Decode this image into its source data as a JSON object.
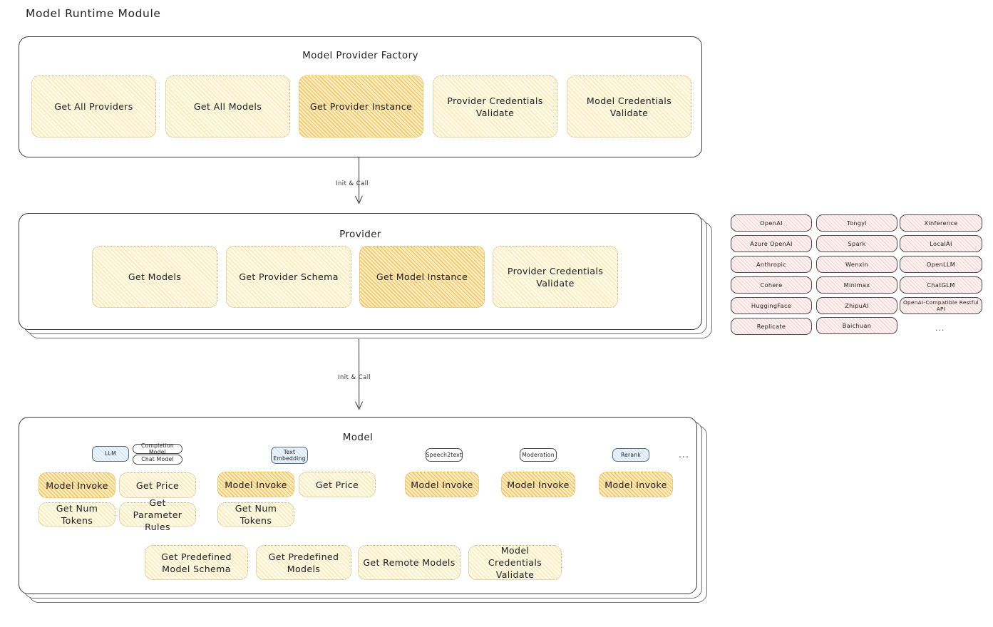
{
  "page": {
    "title": "Model Runtime Module"
  },
  "factory": {
    "title": "Model Provider Factory",
    "nodes": [
      {
        "label": "Get All Providers",
        "emphasis": "light"
      },
      {
        "label": "Get All Models",
        "emphasis": "light"
      },
      {
        "label": "Get Provider Instance",
        "emphasis": "strong"
      },
      {
        "label": "Provider Credentials Validate",
        "emphasis": "light"
      },
      {
        "label": "Model Credentials Validate",
        "emphasis": "light"
      }
    ]
  },
  "connectors": [
    {
      "label": "Init & Call"
    },
    {
      "label": "Init & Call"
    }
  ],
  "provider": {
    "title": "Provider",
    "nodes": [
      {
        "label": "Get Models",
        "emphasis": "light"
      },
      {
        "label": "Get Provider Schema",
        "emphasis": "light"
      },
      {
        "label": "Get Model Instance",
        "emphasis": "strong"
      },
      {
        "label": "Provider Credentials Validate",
        "emphasis": "light"
      }
    ]
  },
  "provider_list": {
    "columns": [
      [
        "OpenAI",
        "Azure OpenAI",
        "Anthropic",
        "Cohere",
        "HuggingFace",
        "Replicate"
      ],
      [
        "Tongyi",
        "Spark",
        "Wenxin",
        "Minimax",
        "ZhipuAI",
        "Baichuan"
      ],
      [
        "Xinference",
        "LocalAI",
        "OpenLLM",
        "ChatGLM",
        "OpenAI-Compatible Restful API"
      ]
    ],
    "more": "..."
  },
  "model": {
    "title": "Model",
    "more": "...",
    "types": [
      {
        "name": "LLM",
        "accent": "blue",
        "subtypes": [
          "Completion Model",
          "Chat Model"
        ],
        "methods": [
          {
            "label": "Model Invoke",
            "emphasis": "strong"
          },
          {
            "label": "Get Price",
            "emphasis": "light"
          },
          {
            "label": "Get Num Tokens",
            "emphasis": "light"
          },
          {
            "label": "Get Parameter Rules",
            "emphasis": "light"
          }
        ]
      },
      {
        "name": "Text Embedding",
        "accent": "blue",
        "subtypes": [],
        "methods": [
          {
            "label": "Model Invoke",
            "emphasis": "strong"
          },
          {
            "label": "Get Price",
            "emphasis": "light"
          },
          {
            "label": "Get Num Tokens",
            "emphasis": "light"
          }
        ]
      },
      {
        "name": "Speech2text",
        "accent": "white",
        "subtypes": [],
        "methods": [
          {
            "label": "Model Invoke",
            "emphasis": "strong"
          }
        ]
      },
      {
        "name": "Moderation",
        "accent": "white",
        "subtypes": [],
        "methods": [
          {
            "label": "Model Invoke",
            "emphasis": "strong"
          }
        ]
      },
      {
        "name": "Rerank",
        "accent": "blue",
        "subtypes": [],
        "methods": [
          {
            "label": "Model Invoke",
            "emphasis": "strong"
          }
        ]
      }
    ],
    "shared_methods": [
      {
        "label": "Get Predefined Model Schema",
        "emphasis": "light"
      },
      {
        "label": "Get Predefined Models",
        "emphasis": "light"
      },
      {
        "label": "Get Remote Models",
        "emphasis": "light"
      },
      {
        "label": "Model Credentials Validate",
        "emphasis": "light"
      }
    ]
  },
  "colors": {
    "highlight_fill": "#fcecc0",
    "light_fill": "#fdf8e3",
    "provider_chip_fill": "#fdf0f0",
    "badge_blue_fill": "#eaf3fb",
    "stroke": "#3b3b3b"
  }
}
